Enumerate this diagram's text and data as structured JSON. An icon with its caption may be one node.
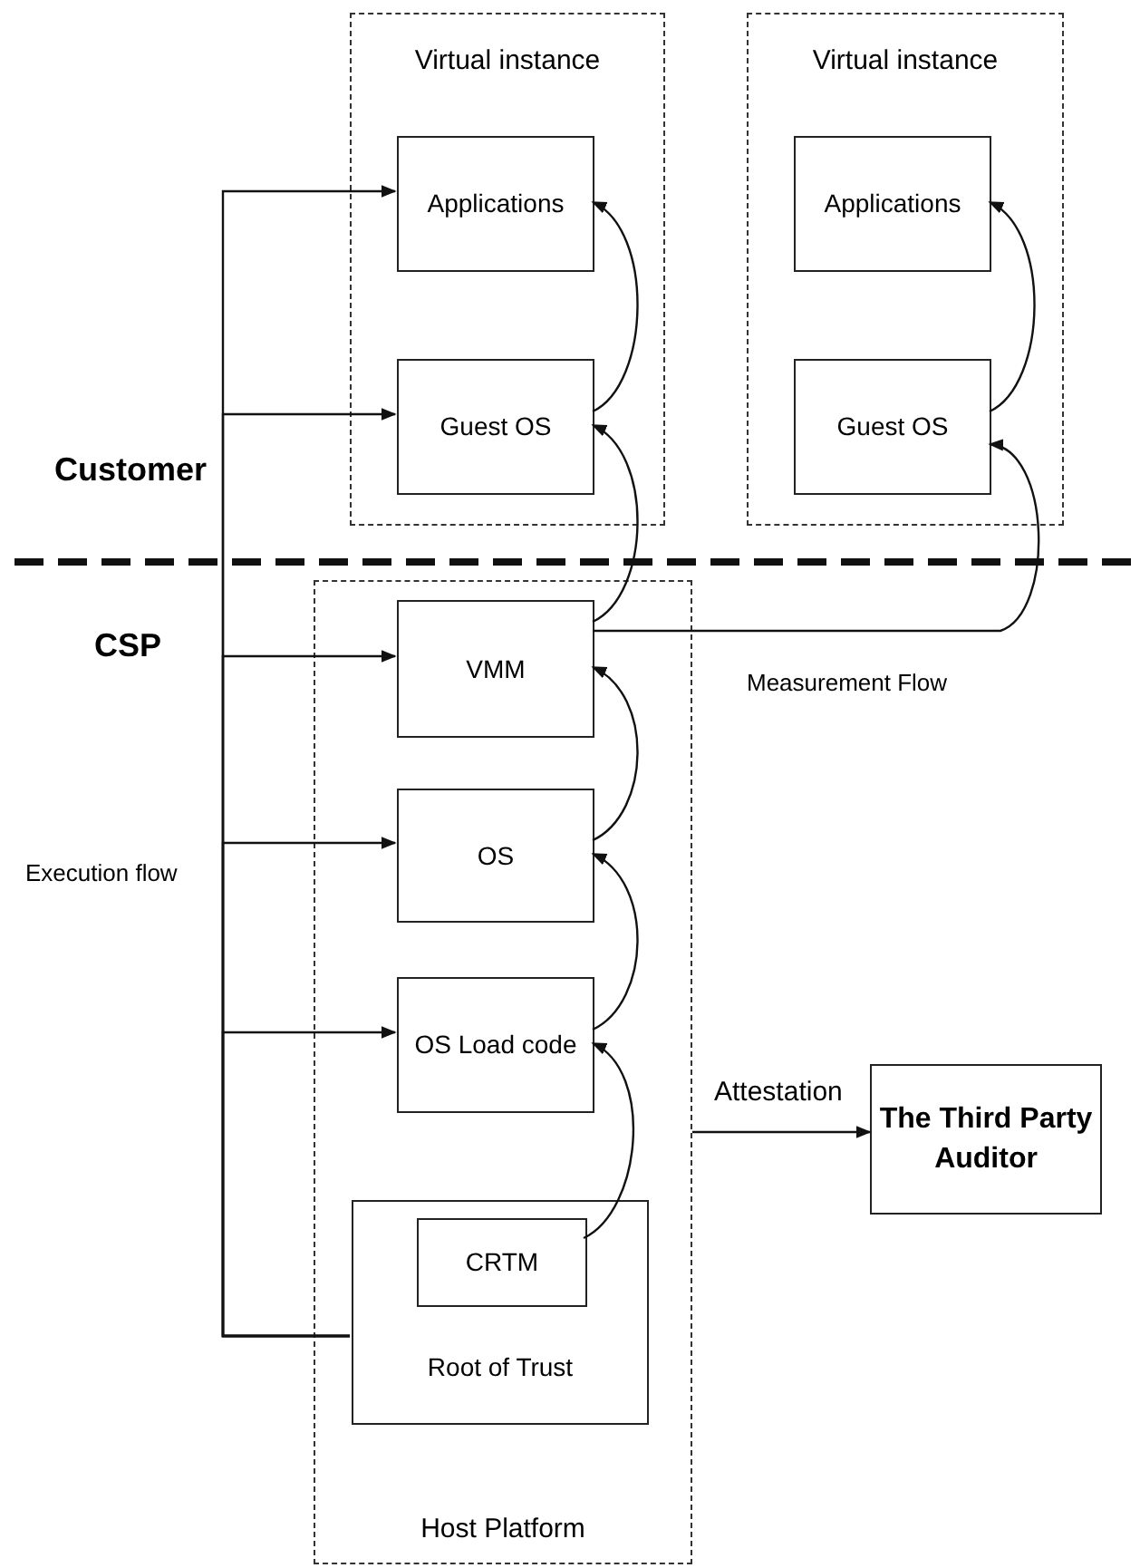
{
  "diagram": {
    "nodes": [
      {
        "text": [
          "Virtual instance"
        ]
      },
      {
        "text": [
          "Applications"
        ],
        "in": 0
      },
      {
        "text": [
          "Guest OS"
        ],
        "in": 0
      },
      {
        "text": [
          "Virtual instance"
        ]
      },
      {
        "text": [
          "Applications"
        ],
        "in": 3
      },
      {
        "text": [
          "Guest OS"
        ],
        "in": 3
      },
      {
        "text": [
          "Host Platform"
        ]
      },
      {
        "text": [
          "VMM"
        ],
        "in": 6
      },
      {
        "text": [
          "OS"
        ],
        "in": 6
      },
      {
        "text": [
          "OS Load code"
        ],
        "in": 6
      },
      {
        "text": [
          "Root of Trust"
        ],
        "in": 6
      },
      {
        "text": [
          "CRTM"
        ],
        "in": 10
      },
      {
        "text": [
          "The Third Party Auditor"
        ]
      }
    ],
    "edges": [
      {
        "from": 10,
        "to": 1,
        "arrow": "to"
      },
      {
        "from": 10,
        "to": 2,
        "arrow": "to"
      },
      {
        "from": 10,
        "to": 7,
        "arrow": "to"
      },
      {
        "from": 10,
        "to": 8,
        "arrow": "to"
      },
      {
        "from": 10,
        "to": 9,
        "arrow": "to"
      },
      {
        "from": 11,
        "to": 9,
        "arrow": "to"
      },
      {
        "from": 9,
        "to": 8,
        "arrow": "to"
      },
      {
        "from": 8,
        "to": 7,
        "arrow": "to"
      },
      {
        "from": 7,
        "to": 2,
        "arrow": "to"
      },
      {
        "from": 2,
        "to": 1,
        "arrow": "to"
      },
      {
        "from": 7,
        "to": 5,
        "arrow": "to"
      },
      {
        "from": 5,
        "to": 4,
        "arrow": "to"
      },
      {
        "from": 6,
        "to": 12,
        "arrow": "to",
        "label": "Attestation"
      }
    ],
    "labels": [
      "Customer",
      "CSP",
      "Execution flow",
      "Measurement Flow"
    ]
  }
}
